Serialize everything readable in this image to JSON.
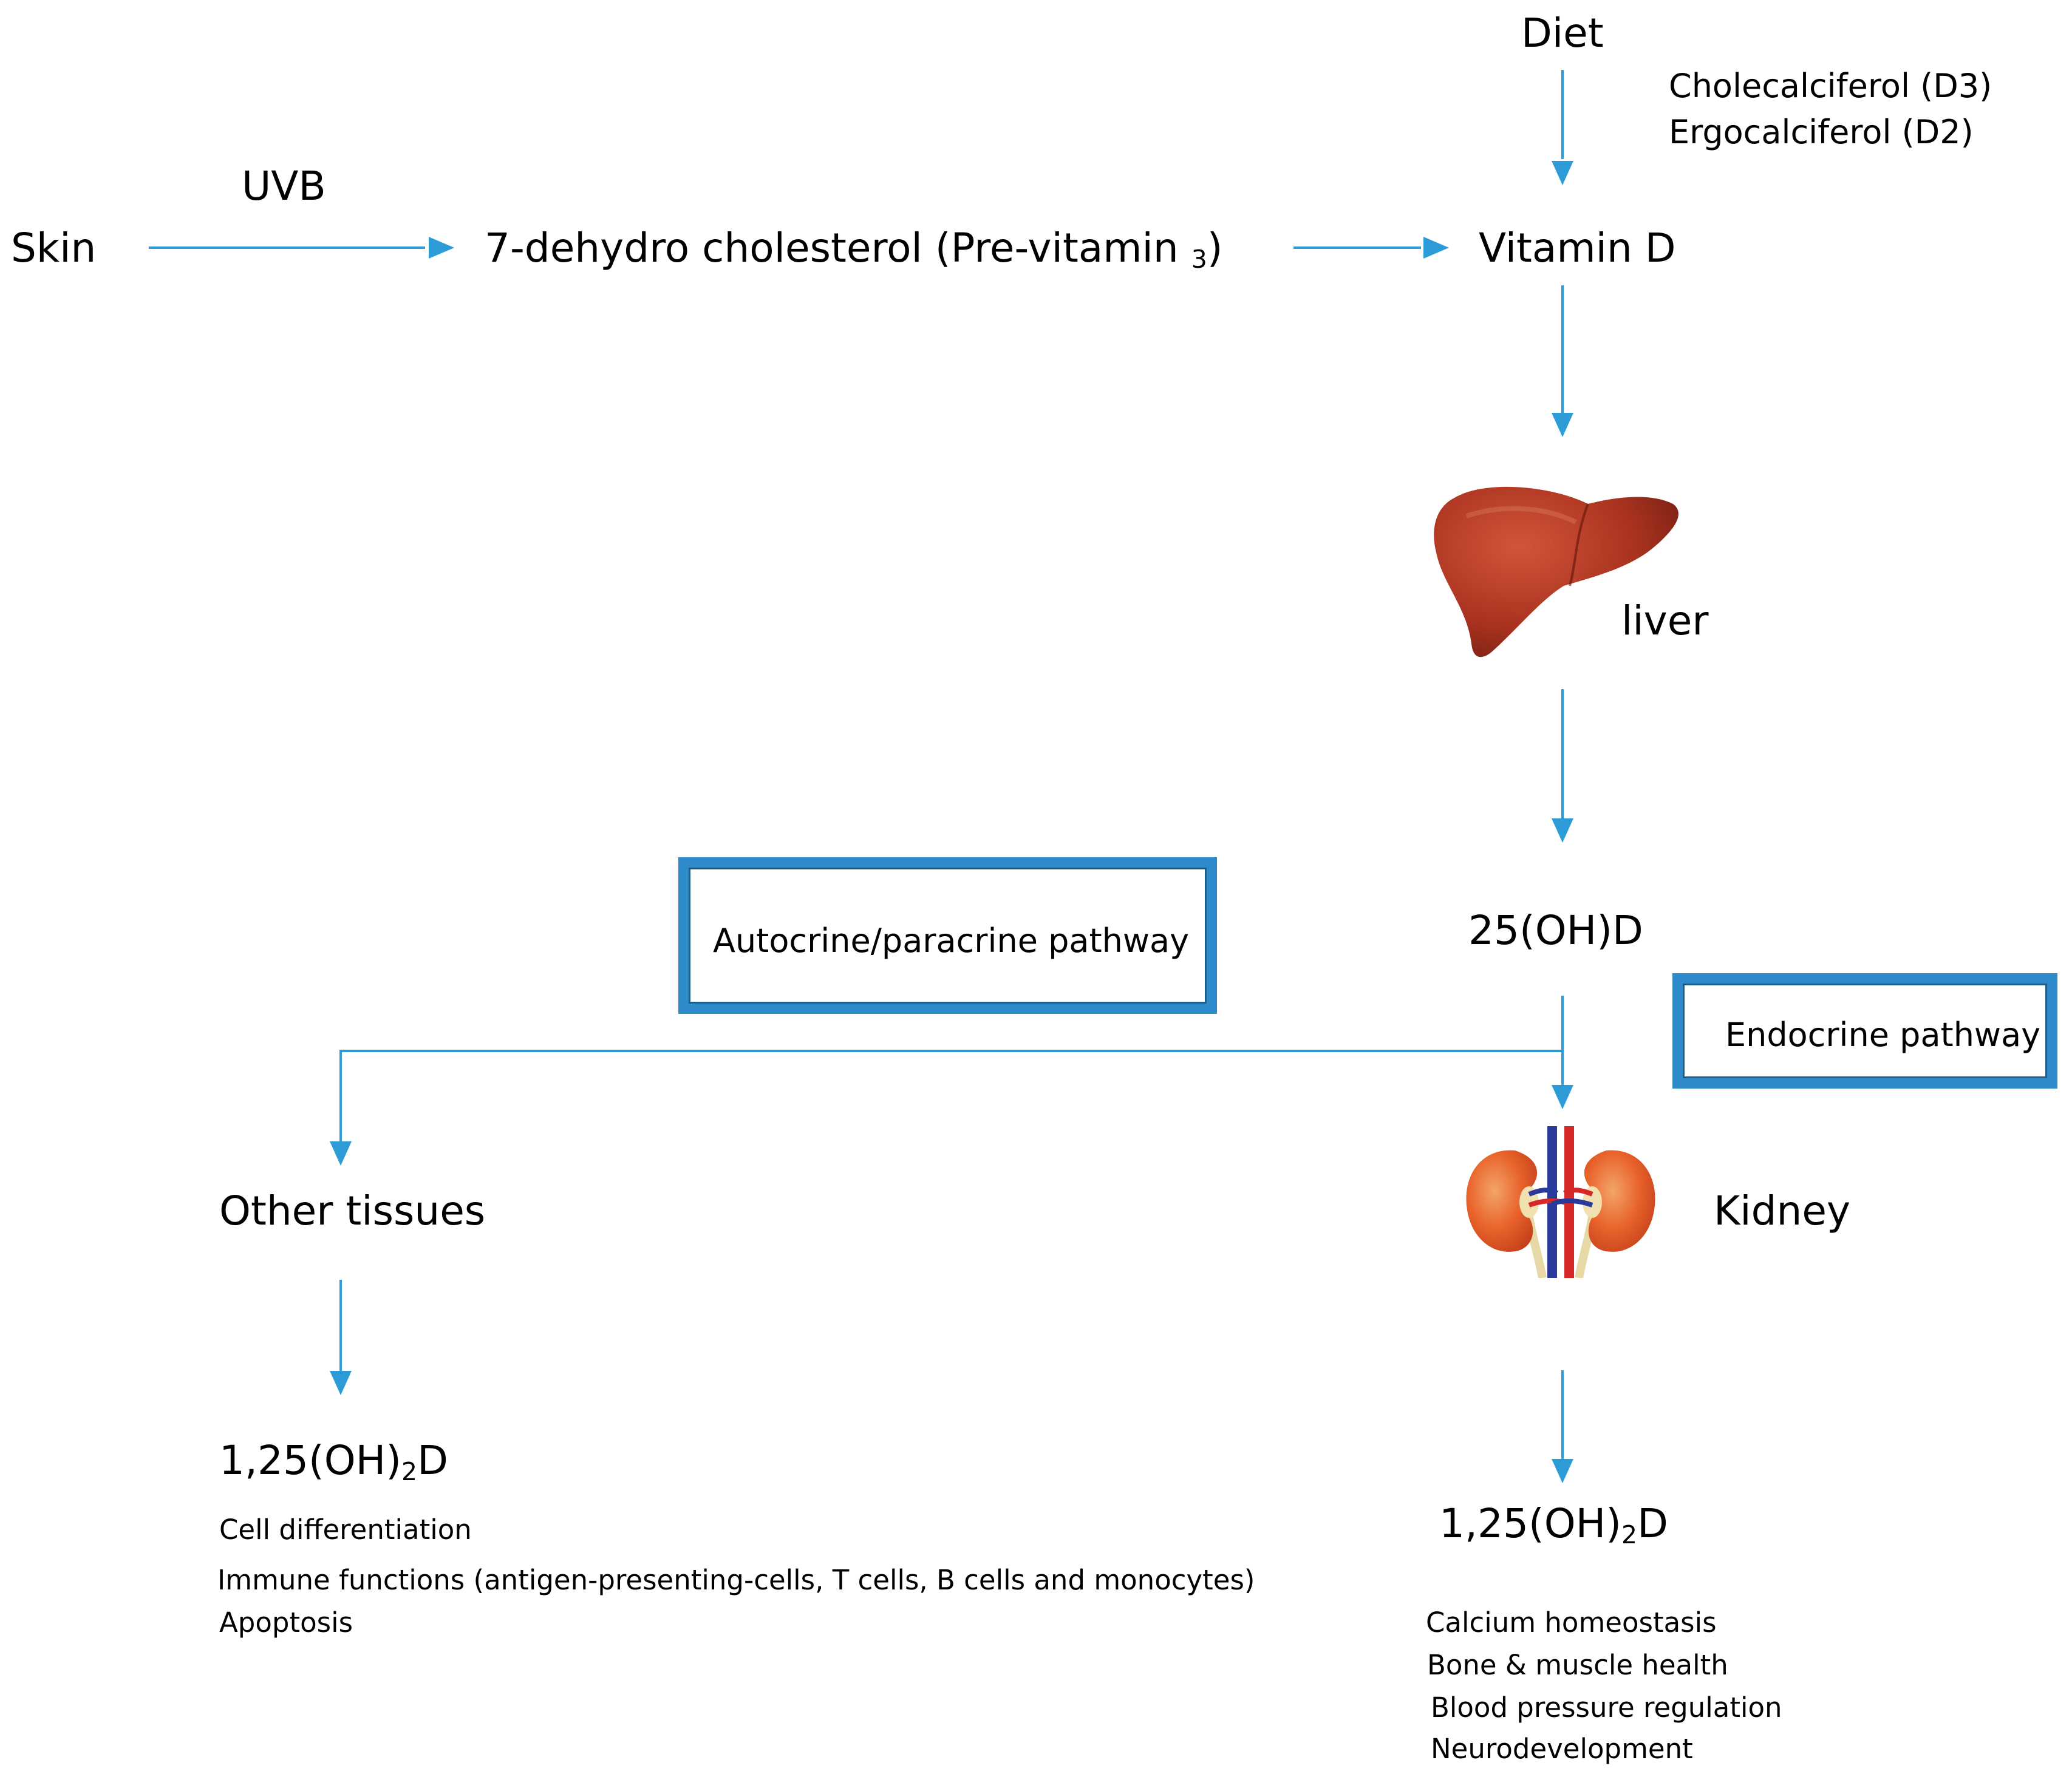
{
  "nodes": {
    "skin": "Skin",
    "uvb": "UVB",
    "previtamin_main": "7-dehydro cholesterol (Pre-vitamin ",
    "previtamin_sub": "3",
    "previtamin_close": ")",
    "diet": "Diet",
    "diet_forms": [
      "Cholecalciferol (D3)",
      "Ergocalciferol (D2)"
    ],
    "vitamin_d": "Vitamin D",
    "liver": "liver",
    "hydroxy": "25(OH)D",
    "kidney": "Kidney",
    "other_tissues": "Other tissues",
    "active_left_a": "1,25(OH)",
    "active_left_sub": "2",
    "active_left_b": "D",
    "active_right_a": "1,25(OH)",
    "active_right_sub": "2",
    "active_right_b": "D"
  },
  "pathways": {
    "autocrine": "Autocrine/paracrine pathway",
    "endocrine": "Endocrine pathway"
  },
  "effects": {
    "left": [
      "Cell differentiation",
      "Immune functions (antigen-presenting-cells, T cells, B cells and monocytes)",
      "Apoptosis"
    ],
    "right": [
      "Calcium homeostasis",
      "Bone & muscle health",
      "Blood pressure regulation",
      "Neurodevelopment"
    ]
  },
  "colors": {
    "arrow": "#2d9bd6",
    "box_border": "#2d8bc9",
    "liver": "#a8321f",
    "kidney": "#e8622a",
    "artery": "#d62828",
    "vein": "#2a3a9c"
  }
}
